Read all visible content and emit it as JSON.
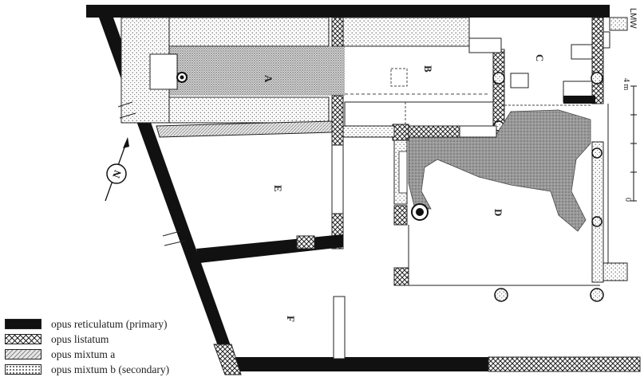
{
  "rooms": {
    "a": "A",
    "b": "B",
    "c": "C",
    "d": "D",
    "e": "E",
    "f": "F"
  },
  "north_label": "N",
  "scale": {
    "top": "4 m",
    "bottom": "0"
  },
  "initials": "LMW",
  "legend": [
    {
      "label": "opus reticulatum (primary)",
      "pattern": "solid"
    },
    {
      "label": "opus listatum",
      "pattern": "crosshatch"
    },
    {
      "label": "opus mixtum a",
      "pattern": "hatched"
    },
    {
      "label": "opus mixtum b (secondary)",
      "pattern": "dotted"
    }
  ],
  "colors": {
    "ink": "#1a1a1a",
    "paper": "#ffffff",
    "stone": "#777777"
  }
}
